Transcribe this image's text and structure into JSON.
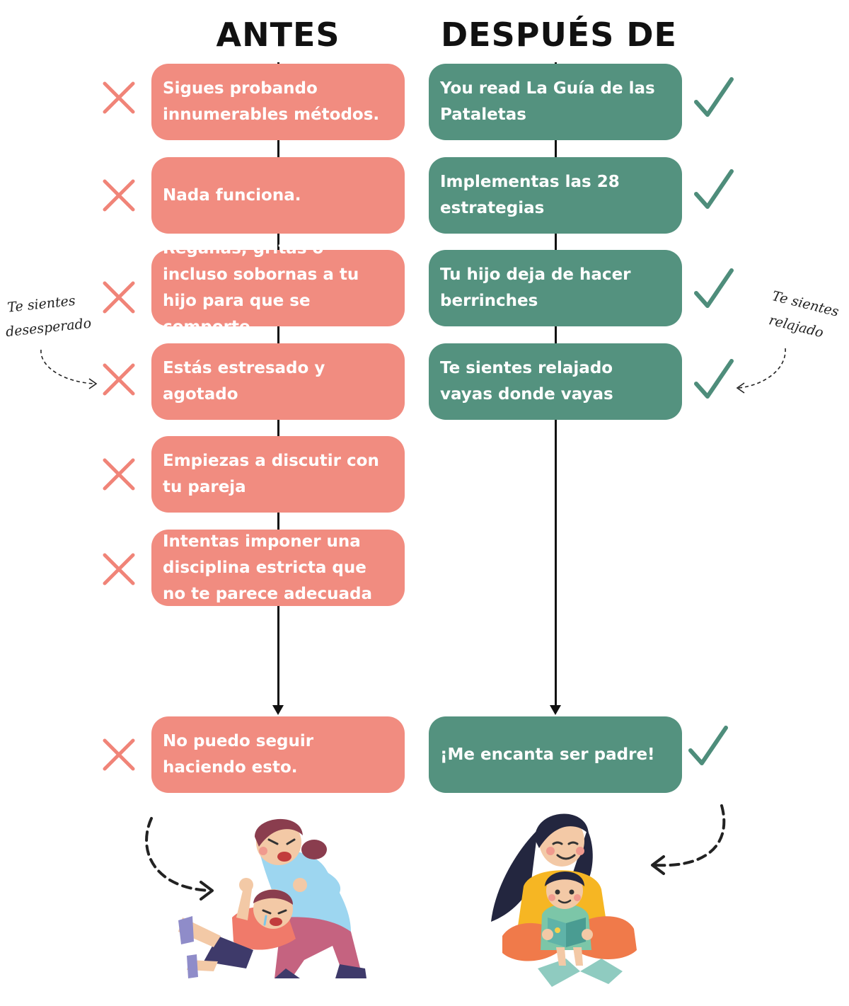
{
  "headings": {
    "before": "ANTES",
    "after": "DESPUÉS DE"
  },
  "before_steps": [
    "Sigues probando innumerables métodos.",
    "Nada funciona.",
    "Regañas, gritas o incluso sobornas a tu hijo para que se comporte.",
    "Estás estresado y agotado",
    "Empiezas a discutir con tu pareja",
    "Intentas imponer una disciplina estricta que no te parece adecuada"
  ],
  "before_final": "No puedo seguir haciendo esto.",
  "after_steps": [
    "You read La Guía de las Pataletas",
    "Implementas las 28 estrategias",
    "Tu hijo deja de hacer berrinches",
    "Te sientes relajado vayas donde vayas"
  ],
  "after_final": "¡Me encanta ser padre!",
  "notes": {
    "left_line1": "Te sientes",
    "left_line2": "desesperado",
    "right_line1": "Te sientes",
    "right_line2": "relajado"
  },
  "icons": {
    "before_mark": "cross-icon",
    "after_mark": "check-icon",
    "left_illustration": "parent-child-tantrum-illustration",
    "right_illustration": "mother-reading-with-child-illustration"
  },
  "colors": {
    "before": "#f18c80",
    "before_mark": "#f08478",
    "after": "#54927f",
    "after_mark": "#4e8d7b"
  }
}
